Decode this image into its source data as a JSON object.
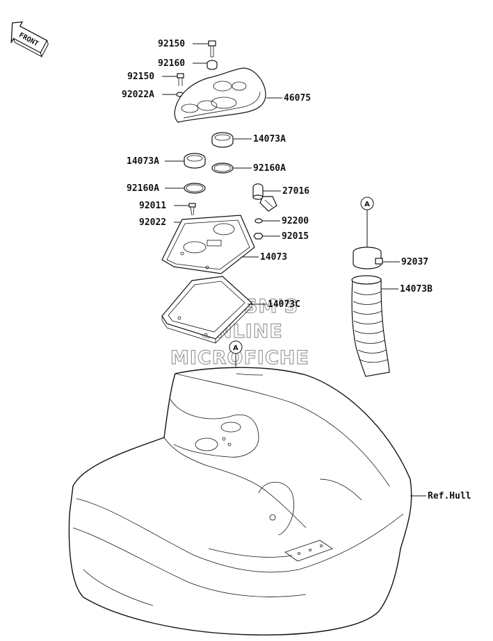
{
  "front_label": "FRONT",
  "ref_marker": "A",
  "watermark": [
    "HL-SM'S",
    "ONLINE",
    "MICROFICHE"
  ],
  "part_labels": {
    "p92150_top": "92150",
    "p92160": "92160",
    "p92150_mid": "92150",
    "p92022A": "92022A",
    "p46075": "46075",
    "p14073A_right": "14073A",
    "p14073A_left": "14073A",
    "p92160A_right": "92160A",
    "p92160A_left": "92160A",
    "p27016": "27016",
    "p92011": "92011",
    "p92200": "92200",
    "p92022": "92022",
    "p92015": "92015",
    "p14073": "14073",
    "p92037": "92037",
    "p14073B": "14073B",
    "p14073C": "14073C",
    "ref_hull": "Ref.Hull"
  },
  "icons": {
    "front_arrow": "front-direction-arrow-icon",
    "ref_circle": "reference-circle-icon"
  }
}
